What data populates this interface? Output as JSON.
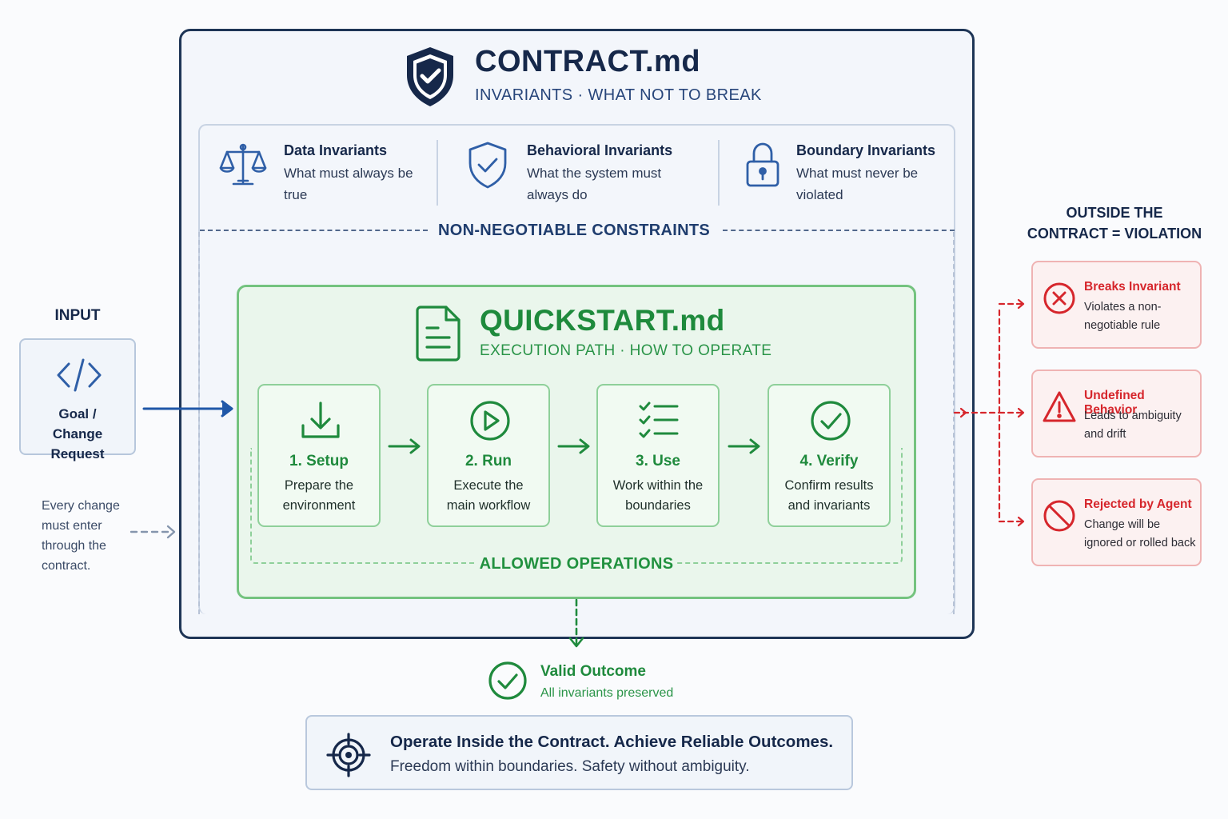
{
  "contract": {
    "title": "CONTRACT.md",
    "subtitle": "INVARIANTS · WHAT NOT TO BREAK",
    "invariants": [
      {
        "title": "Data Invariants",
        "desc": "What must always be true",
        "icon": "scales-icon"
      },
      {
        "title": "Behavioral Invariants",
        "desc": "What the system must always do",
        "icon": "shield-check-icon"
      },
      {
        "title": "Boundary Invariants",
        "desc": "What must never be violated",
        "icon": "padlock-icon"
      }
    ],
    "constraints_label": "NON-NEGOTIABLE CONSTRAINTS"
  },
  "quickstart": {
    "title": "QUICKSTART.md",
    "subtitle": "EXECUTION PATH · HOW TO OPERATE",
    "steps": [
      {
        "title": "1. Setup",
        "desc": "Prepare the environment",
        "icon": "download-icon"
      },
      {
        "title": "2. Run",
        "desc": "Execute the main workflow",
        "icon": "play-icon"
      },
      {
        "title": "3. Use",
        "desc": "Work within the boundaries",
        "icon": "checklist-icon"
      },
      {
        "title": "4. Verify",
        "desc": "Confirm results and invariants",
        "icon": "check-circle-icon"
      }
    ],
    "allowed_label": "ALLOWED OPERATIONS"
  },
  "input": {
    "heading": "INPUT",
    "label": "Goal / Change Request",
    "icon": "code-icon",
    "note": "Every change must enter through the contract."
  },
  "outside": {
    "heading": "OUTSIDE THE CONTRACT = VIOLATION",
    "items": [
      {
        "title": "Breaks Invariant",
        "desc": "Violates a non-negotiable rule",
        "icon": "x-circle-icon"
      },
      {
        "title": "Undefined Behavior",
        "desc": "Leads to ambiguity and drift",
        "icon": "warning-icon"
      },
      {
        "title": "Rejected by Agent",
        "desc": "Change will be ignored or rolled back",
        "icon": "prohibited-icon"
      }
    ]
  },
  "outcome": {
    "title": "Valid Outcome",
    "desc": "All invariants preserved"
  },
  "banner": {
    "title": "Operate Inside the Contract. Achieve Reliable Outcomes.",
    "subtitle": "Freedom within boundaries. Safety without ambiguity."
  },
  "colors": {
    "navy": "#1e3556",
    "blue_arrow": "#1f57a8",
    "green": "#1f8a3d",
    "red": "#d6262c"
  }
}
